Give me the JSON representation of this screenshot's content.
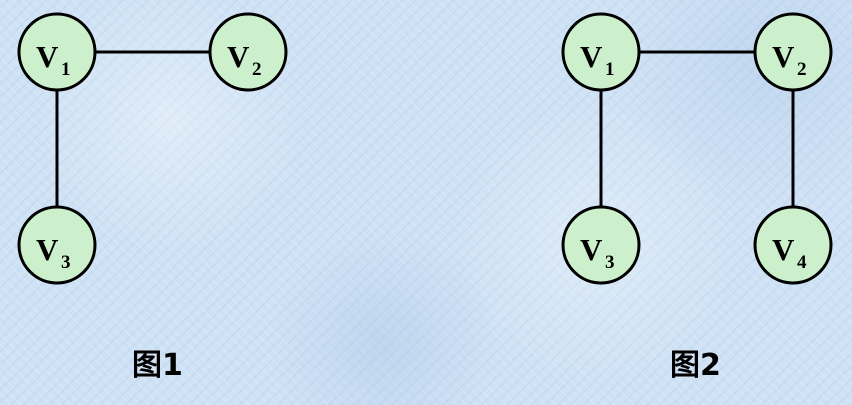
{
  "figures": [
    {
      "caption": "图1",
      "nodes": [
        {
          "letter": "V",
          "subscript": "1"
        },
        {
          "letter": "V",
          "subscript": "2"
        },
        {
          "letter": "V",
          "subscript": "3"
        }
      ],
      "edges": [
        [
          "1",
          "2"
        ],
        [
          "1",
          "3"
        ]
      ]
    },
    {
      "caption": "图2",
      "nodes": [
        {
          "letter": "V",
          "subscript": "1"
        },
        {
          "letter": "V",
          "subscript": "2"
        },
        {
          "letter": "V",
          "subscript": "3"
        },
        {
          "letter": "V",
          "subscript": "4"
        }
      ],
      "edges": [
        [
          "1",
          "2"
        ],
        [
          "1",
          "3"
        ],
        [
          "2",
          "4"
        ]
      ]
    }
  ],
  "colors": {
    "node_fill": "#ccf0cc",
    "node_stroke": "#000000",
    "edge": "#000000",
    "background": "#cfe2f5"
  }
}
